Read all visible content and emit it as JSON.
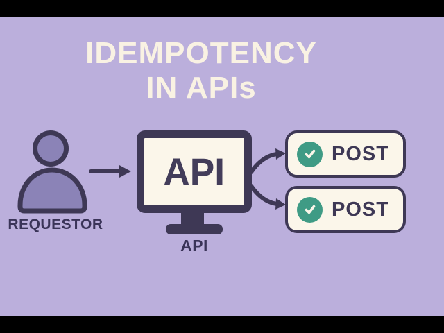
{
  "title": {
    "line1": "IDEMPOTENCY",
    "line2": "IN APIs"
  },
  "requestor": {
    "label": "REQUESTOR"
  },
  "api": {
    "screen_label": "API",
    "caption": "API"
  },
  "requests": [
    {
      "method": "POST",
      "status_icon": "check-icon"
    },
    {
      "method": "POST",
      "status_icon": "check-icon"
    }
  ],
  "icons": {
    "person": "person-icon",
    "arrow_right": "arrow-right-icon",
    "arrow_split_up": "arrow-curve-up-icon",
    "arrow_split_down": "arrow-curve-down-icon",
    "monitor": "monitor-icon"
  },
  "colors": {
    "background": "#bbafdc",
    "letterbox": "#000000",
    "title_text": "#f9f2e3",
    "dark_outline": "#3e3855",
    "person_fill": "#8b83b7",
    "panel_cream": "#fbf6ea",
    "check_green": "#3f9b85"
  }
}
